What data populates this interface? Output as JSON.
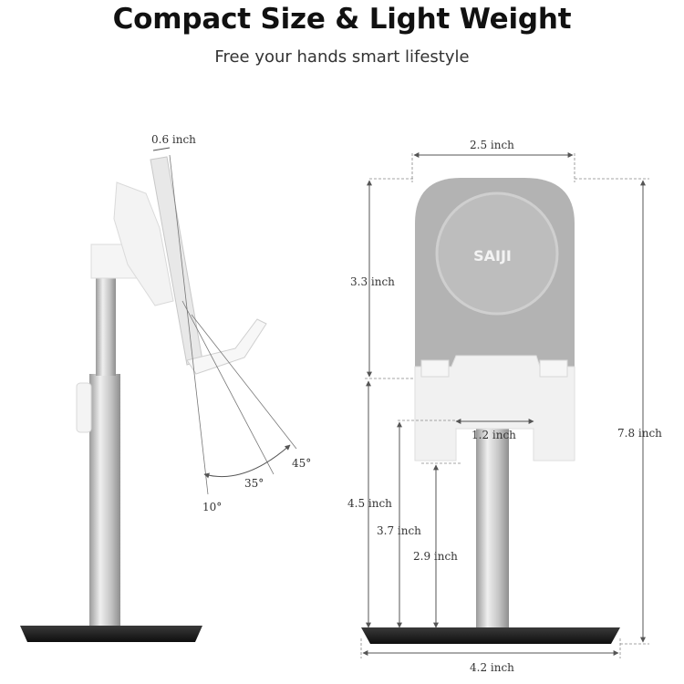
{
  "header": {
    "title": "Compact Size & Light Weight",
    "subtitle": "Free your hands smart lifestyle"
  },
  "side_view": {
    "thickness": "0.6 inch",
    "angles": [
      "10°",
      "35°",
      "45°"
    ]
  },
  "front_view": {
    "brand": "SAIJI",
    "width_top": "2.5 inch",
    "holder_height": "3.3 inch",
    "slot_width": "1.2 inch",
    "total_height": "7.8 inch",
    "height_a": "4.5 inch",
    "height_b": "3.7 inch",
    "height_c": "2.9 inch",
    "base_width": "4.2 inch"
  },
  "colors": {
    "base": "#1a1a1a",
    "pole": "#c9c9c9",
    "holder_front": "#b0b0b0",
    "white_part": "#f2f2f2"
  }
}
